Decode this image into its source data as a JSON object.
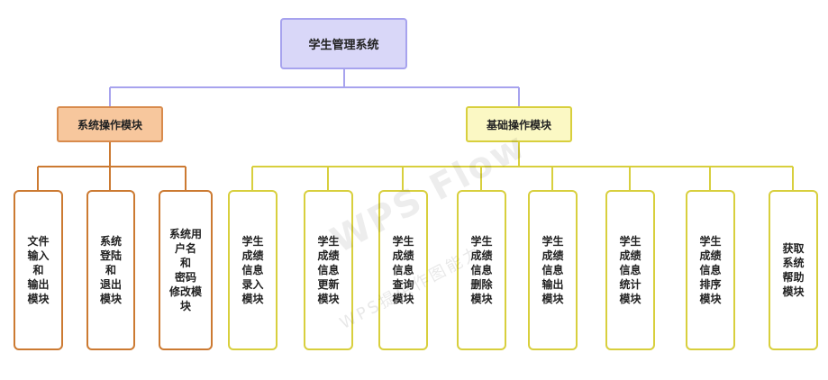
{
  "root": {
    "label": "学生管理系统"
  },
  "branches": [
    {
      "label": "系统操作模块",
      "children": [
        {
          "label": "文件\n输入\n和\n输出\n模块"
        },
        {
          "label": "系统\n登陆\n和\n退出\n模块"
        },
        {
          "label": "系统用\n户名\n和\n密码\n修改模\n块"
        }
      ]
    },
    {
      "label": "基础操作模块",
      "children": [
        {
          "label": "学生\n成绩\n信息\n录入\n模块"
        },
        {
          "label": "学生\n成绩\n信息\n更新\n模块"
        },
        {
          "label": "学生\n成绩\n信息\n查询\n模块"
        },
        {
          "label": "学生\n成绩\n信息\n删除\n模块"
        },
        {
          "label": "学生\n成绩\n信息\n输出\n模块"
        },
        {
          "label": "学生\n成绩\n信息\n统计\n模块"
        },
        {
          "label": "学生\n成绩\n信息\n排序\n模块"
        },
        {
          "label": "获取\n系统\n帮助\n模块"
        }
      ]
    }
  ],
  "watermark": {
    "main": "WPS Flow",
    "sub": "WPS提供作图能力"
  },
  "colors": {
    "root_border": "#a7a3ee",
    "orange_branch": "#cc7a32",
    "yellow_branch": "#d8cf3d"
  }
}
